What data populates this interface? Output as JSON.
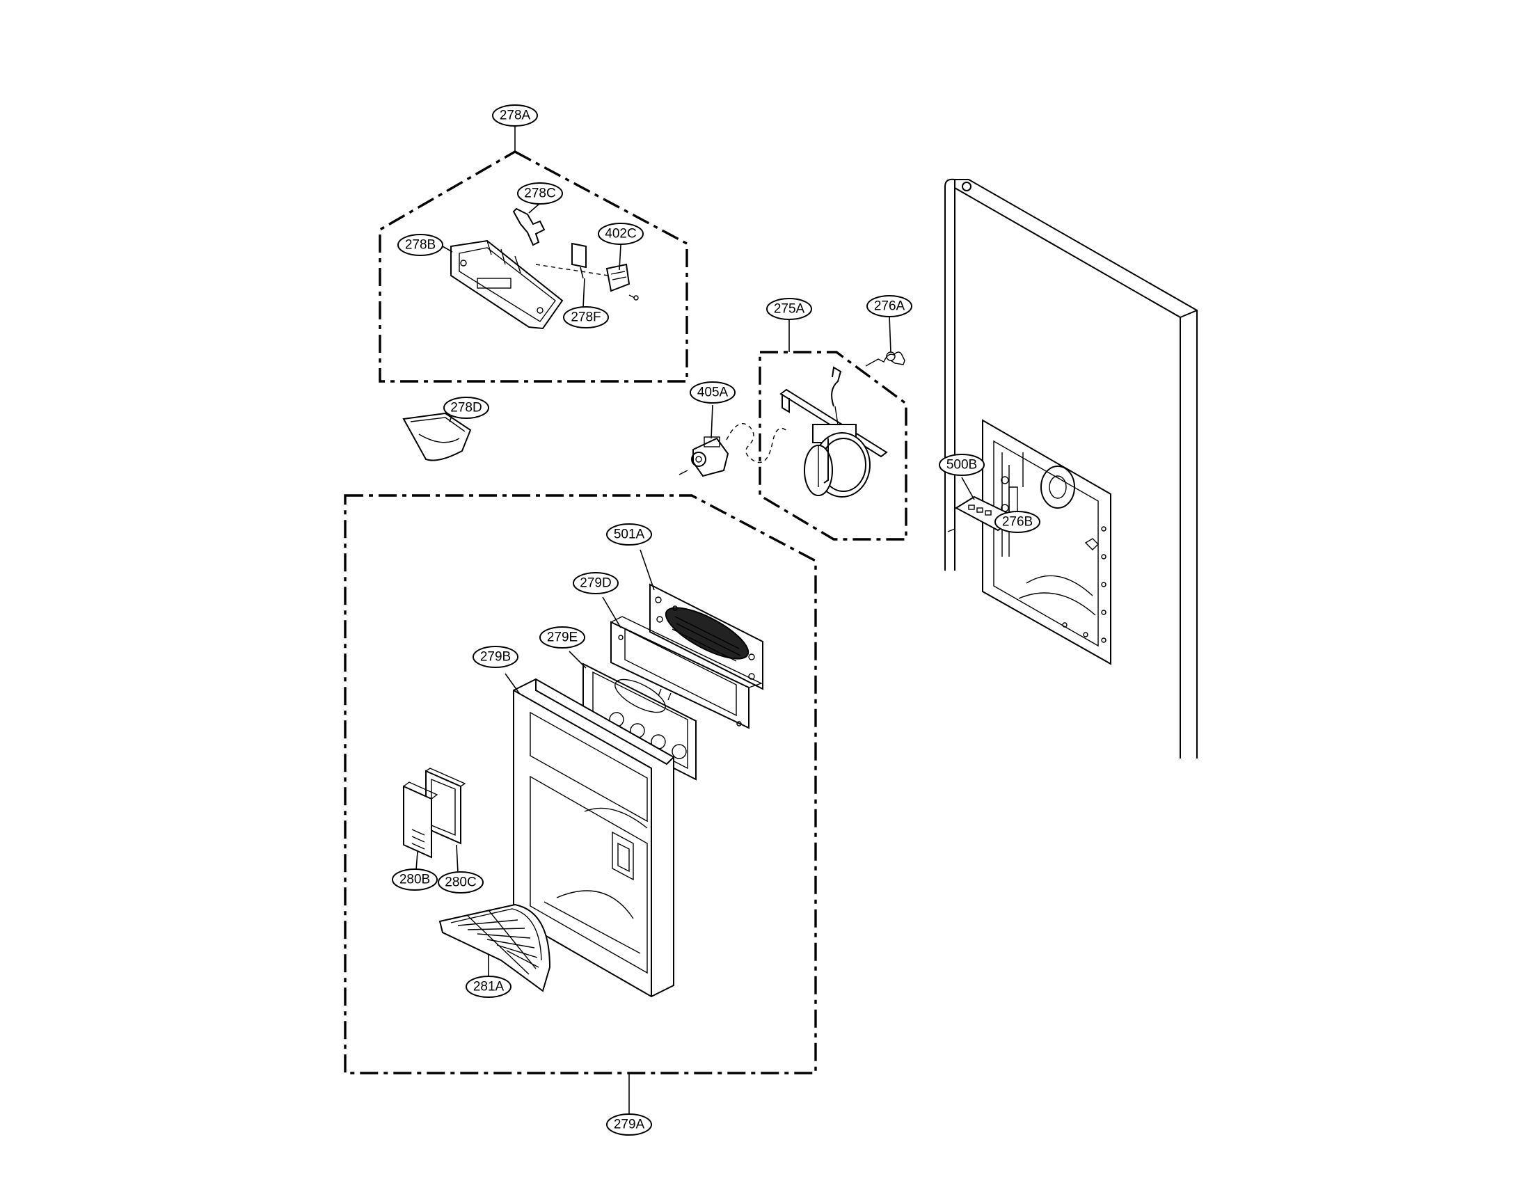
{
  "callouts": {
    "c278A": "278A",
    "c278C": "278C",
    "c278B": "278B",
    "c402C": "402C",
    "c278F": "278F",
    "c278D": "278D",
    "c275A": "275A",
    "c276A": "276A",
    "c405A": "405A",
    "c500B": "500B",
    "c276B": "276B",
    "c501A": "501A",
    "c279D": "279D",
    "c279E": "279E",
    "c279B": "279B",
    "c280B": "280B",
    "c280C": "280C",
    "c281A": "281A",
    "c279A": "279A"
  }
}
